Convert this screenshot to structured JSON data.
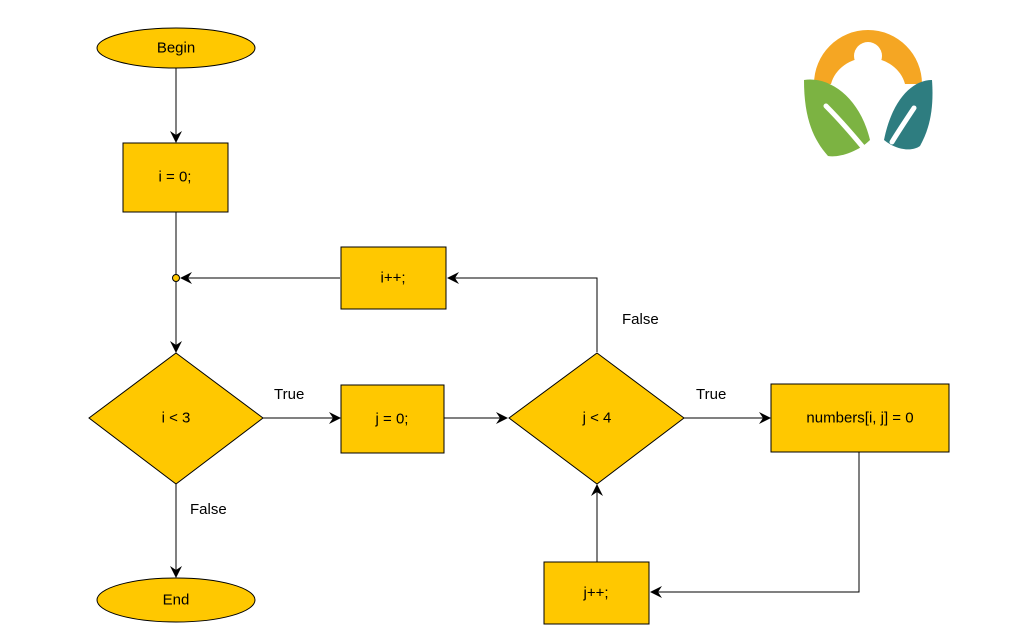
{
  "nodes": {
    "begin": "Begin",
    "init_i": "i = 0;",
    "cond_i": "i < 3",
    "init_j": "j = 0;",
    "cond_j": "j < 4",
    "assign": "numbers[i, j] = 0",
    "inc_i": "i++;",
    "inc_j": "j++;",
    "end": "End"
  },
  "labels": {
    "i_true": "True",
    "i_false": "False",
    "j_true": "True",
    "j_false": "False"
  },
  "colors": {
    "node_fill": "#FFC800",
    "logo_orange": "#F5A623",
    "logo_green": "#7CB342",
    "logo_teal": "#2E7D80"
  },
  "logo": {
    "icon": "person-leaves-logo"
  }
}
